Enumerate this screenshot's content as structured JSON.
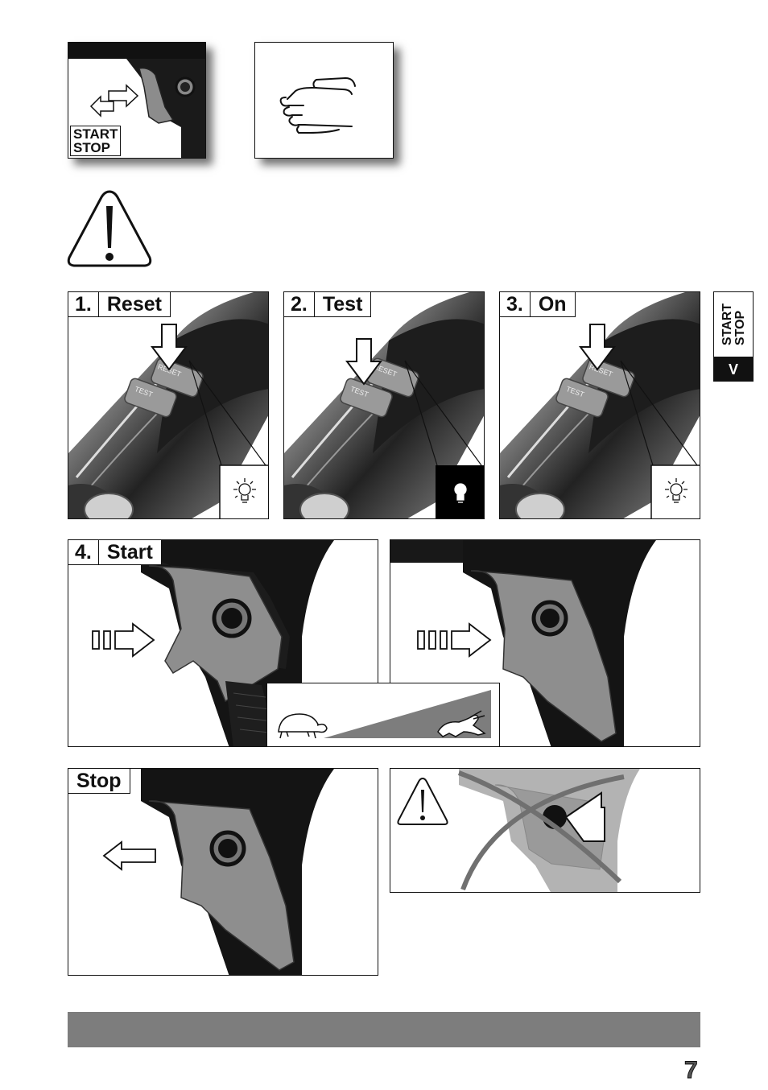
{
  "top_panel": {
    "label_line1": "START",
    "label_line2": "STOP"
  },
  "steps": [
    {
      "number": "1.",
      "title": "Reset"
    },
    {
      "number": "2.",
      "title": "Test"
    },
    {
      "number": "3.",
      "title": "On"
    },
    {
      "number": "4.",
      "title": "Start"
    }
  ],
  "stop_panel": {
    "title": "Stop"
  },
  "side_tab": {
    "line1": "START",
    "line2": "STOP",
    "section": "V"
  },
  "button_labels": {
    "reset": "RESET",
    "test": "TEST"
  },
  "page_number": "7",
  "colors": {
    "bar": "#7d7d7d",
    "grip": "#8e8e8e",
    "body": "#141414"
  }
}
